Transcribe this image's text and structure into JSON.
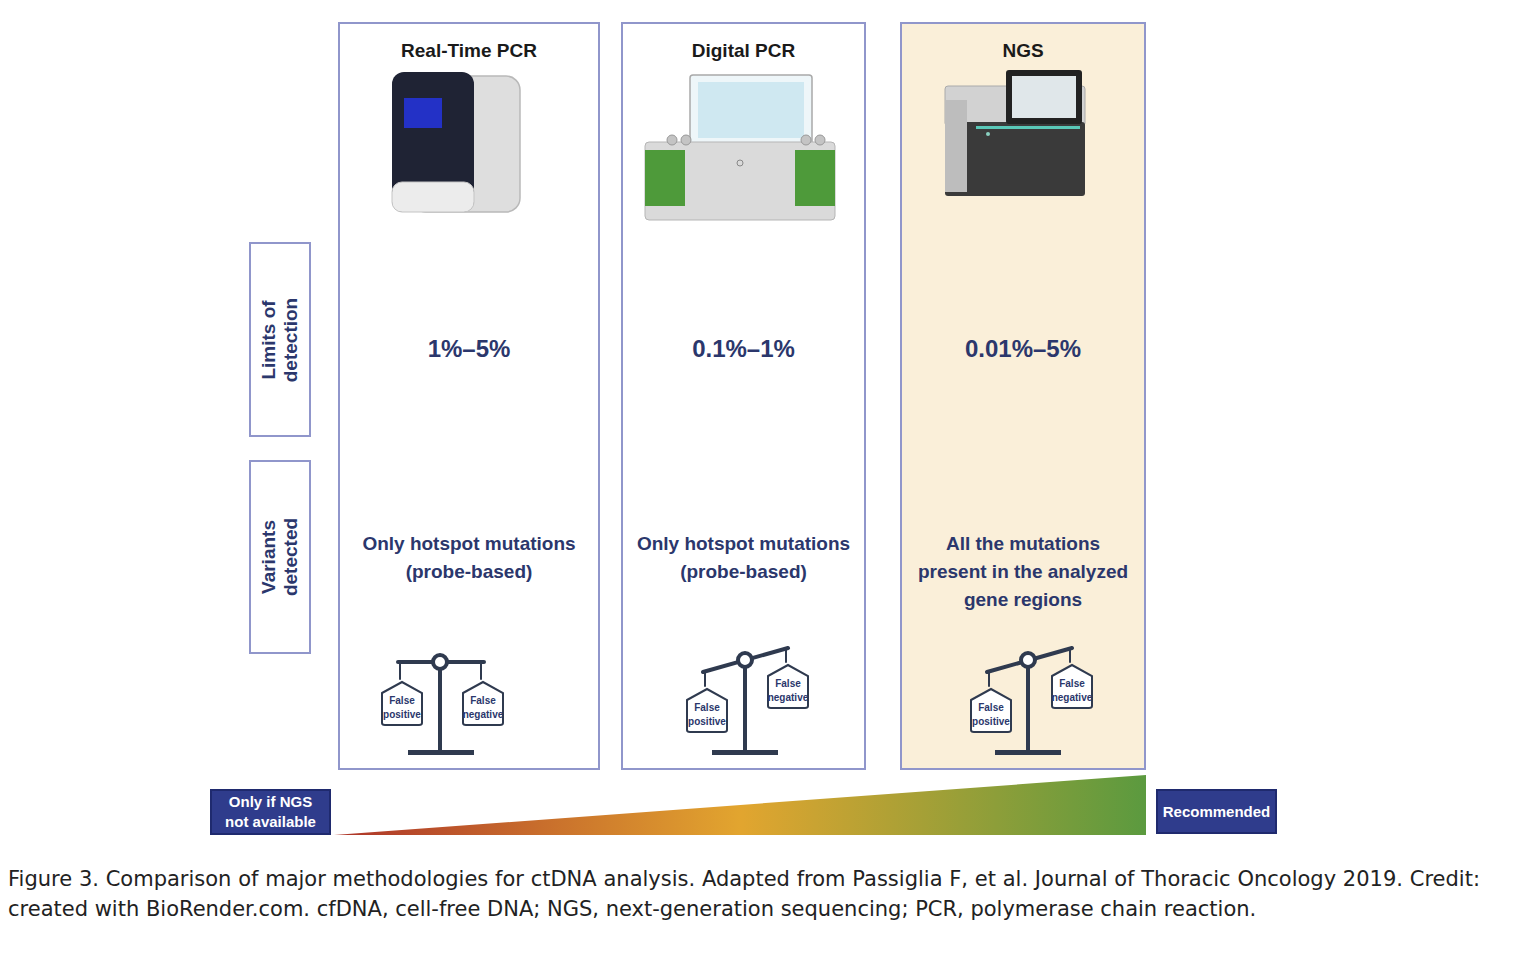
{
  "diagram": {
    "caption": "Figure 3. Comparison of major methodologies for ctDNA analysis. Adapted from Passiglia F, et al. Journal of Thoracic Oncology 2019. Credit: created with BioRender.com. cfDNA, cell-free DNA; NGS, next-generation sequencing; PCR, polymerase chain reaction.",
    "nodes": [
      {
        "text": [
          "Real-Time PCR",
          "1%–5%",
          "Only hotspot mutations (probe-based)"
        ]
      },
      {
        "text": [
          "False positive"
        ],
        "in": 0
      },
      {
        "text": [
          "False negative"
        ],
        "in": 0
      },
      {
        "text": [
          "Digital PCR",
          "0.1%–1%",
          "Only hotspot mutations (probe-based)"
        ]
      },
      {
        "text": [
          "False positive"
        ],
        "in": 3
      },
      {
        "text": [
          "False negative"
        ],
        "in": 3
      },
      {
        "text": [
          "NGS",
          "0.01%–5%",
          "All the mutations present in the analyzed gene regions"
        ]
      },
      {
        "text": [
          "False positive"
        ],
        "in": 6
      },
      {
        "text": [
          "False negative"
        ],
        "in": 6
      },
      {
        "text": [
          "Limits of detection"
        ]
      },
      {
        "text": [
          "Variants detected"
        ]
      },
      {
        "text": [
          "Only if NGS not available"
        ]
      },
      {
        "text": [
          "Recommended"
        ]
      }
    ]
  }
}
